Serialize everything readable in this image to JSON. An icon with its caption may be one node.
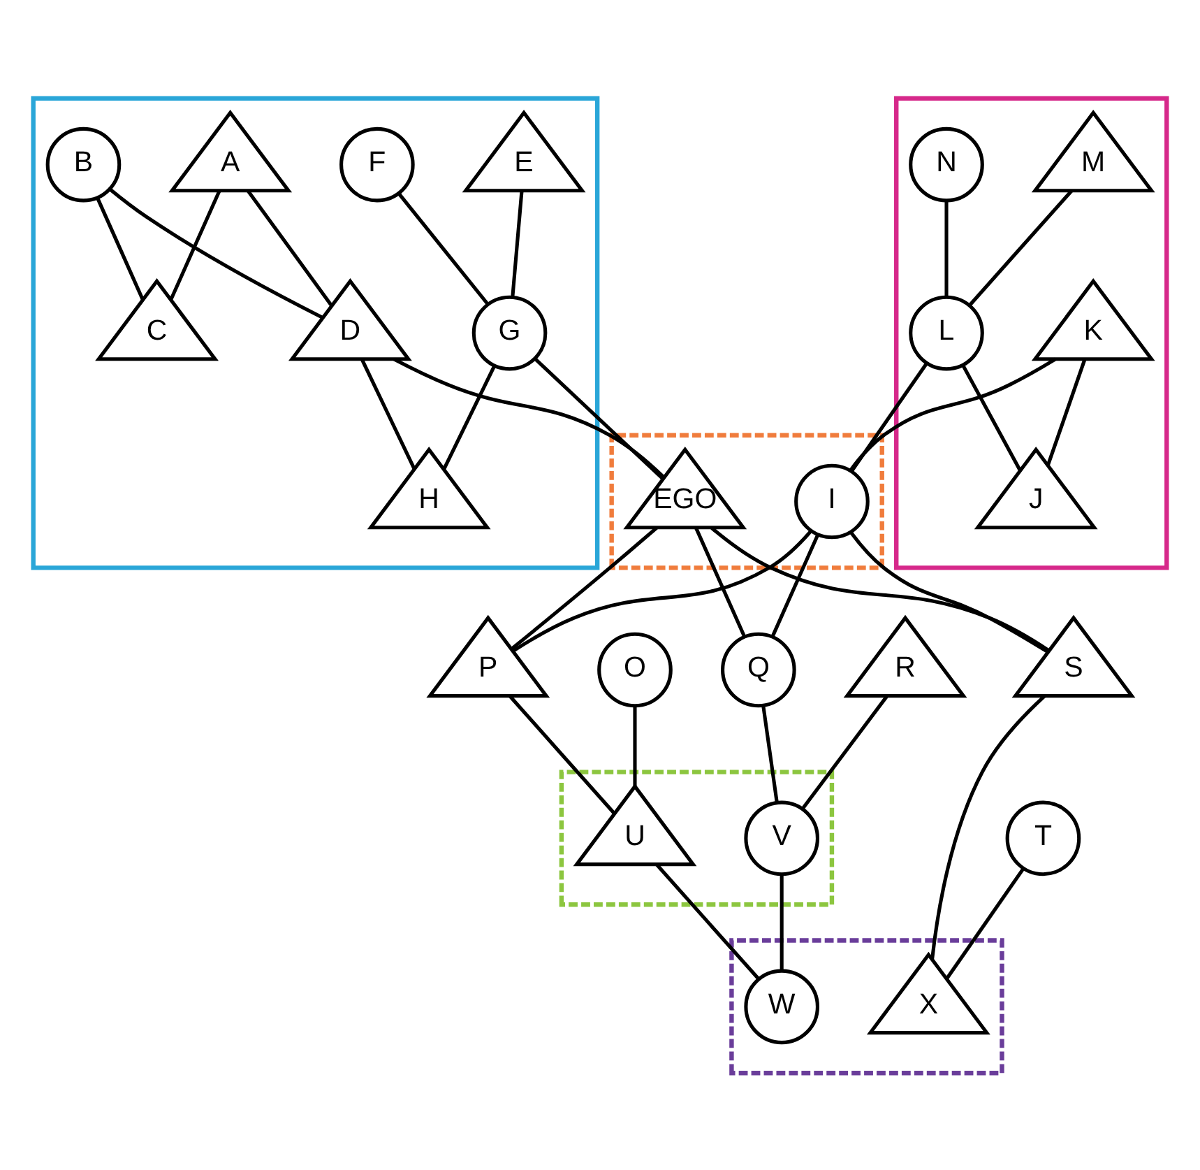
{
  "diagram": {
    "nodes": [
      {
        "text": [],
        "shape": "box"
      },
      {
        "text": [
          "A"
        ],
        "in": 0
      },
      {
        "text": [
          "B"
        ],
        "in": 0
      },
      {
        "text": [
          "E"
        ],
        "in": 0
      },
      {
        "text": [
          "F"
        ],
        "in": 0
      },
      {
        "text": [
          "C"
        ],
        "in": 0
      },
      {
        "text": [
          "D"
        ],
        "in": 0
      },
      {
        "text": [
          "G"
        ],
        "in": 0
      },
      {
        "text": [
          "H"
        ],
        "in": 0
      },
      {
        "text": [],
        "shape": "box"
      },
      {
        "text": [
          "M"
        ],
        "in": 9
      },
      {
        "text": [
          "N"
        ],
        "in": 9
      },
      {
        "text": [
          "K"
        ],
        "in": 9
      },
      {
        "text": [
          "L"
        ],
        "in": 9
      },
      {
        "text": [
          "J"
        ],
        "in": 9
      },
      {
        "text": [],
        "shape": "box"
      },
      {
        "text": [
          "EGO"
        ],
        "in": 15
      },
      {
        "text": [
          "I"
        ],
        "in": 15
      },
      {
        "text": [
          "O"
        ]
      },
      {
        "text": [
          "P"
        ]
      },
      {
        "text": [
          "Q"
        ]
      },
      {
        "text": [
          "R"
        ]
      },
      {
        "text": [
          "S"
        ]
      },
      {
        "text": [
          "T"
        ]
      },
      {
        "text": [],
        "shape": "box"
      },
      {
        "text": [
          "U"
        ],
        "in": 24
      },
      {
        "text": [
          "V"
        ],
        "in": 24
      },
      {
        "text": [],
        "shape": "box"
      },
      {
        "text": [
          "X"
        ],
        "in": 27
      },
      {
        "text": [
          "W"
        ],
        "in": 27
      }
    ],
    "edges": [
      {
        "from": 1,
        "to": 5,
        "arrow": "none"
      },
      {
        "from": 1,
        "to": 6,
        "arrow": "none"
      },
      {
        "from": 2,
        "to": 5,
        "arrow": "none"
      },
      {
        "from": 2,
        "to": 6,
        "arrow": "none"
      },
      {
        "from": 3,
        "to": 7,
        "arrow": "none"
      },
      {
        "from": 4,
        "to": 7,
        "arrow": "none"
      },
      {
        "from": 6,
        "to": 8,
        "arrow": "none"
      },
      {
        "from": 6,
        "to": 16,
        "arrow": "none"
      },
      {
        "from": 7,
        "to": 8,
        "arrow": "none"
      },
      {
        "from": 7,
        "to": 16,
        "arrow": "none"
      },
      {
        "from": 10,
        "to": 13,
        "arrow": "none"
      },
      {
        "from": 11,
        "to": 13,
        "arrow": "none"
      },
      {
        "from": 12,
        "to": 17,
        "arrow": "none"
      },
      {
        "from": 12,
        "to": 14,
        "arrow": "none"
      },
      {
        "from": 13,
        "to": 17,
        "arrow": "none"
      },
      {
        "from": 13,
        "to": 14,
        "arrow": "none"
      },
      {
        "from": 16,
        "to": 19,
        "arrow": "none"
      },
      {
        "from": 16,
        "to": 20,
        "arrow": "none"
      },
      {
        "from": 16,
        "to": 22,
        "arrow": "none"
      },
      {
        "from": 17,
        "to": 19,
        "arrow": "none"
      },
      {
        "from": 17,
        "to": 20,
        "arrow": "none"
      },
      {
        "from": 17,
        "to": 22,
        "arrow": "none"
      },
      {
        "from": 18,
        "to": 25,
        "arrow": "none"
      },
      {
        "from": 19,
        "to": 25,
        "arrow": "none"
      },
      {
        "from": 20,
        "to": 26,
        "arrow": "none"
      },
      {
        "from": 21,
        "to": 26,
        "arrow": "none"
      },
      {
        "from": 22,
        "to": 28,
        "arrow": "none"
      },
      {
        "from": 23,
        "to": 28,
        "arrow": "none"
      },
      {
        "from": 25,
        "to": 29,
        "arrow": "none"
      },
      {
        "from": 26,
        "to": 29,
        "arrow": "none"
      }
    ]
  }
}
